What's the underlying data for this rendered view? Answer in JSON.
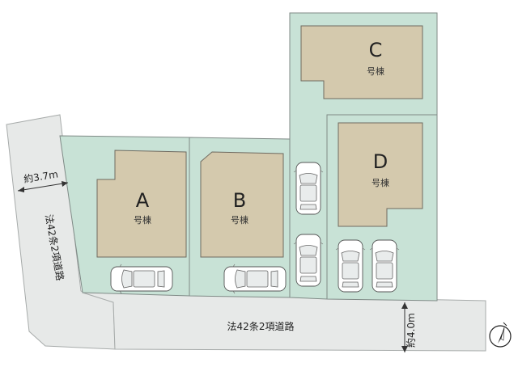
{
  "lots": {
    "A": {
      "letter": "A",
      "label": "号棟"
    },
    "B": {
      "letter": "B",
      "label": "号棟"
    },
    "C": {
      "letter": "C",
      "label": "号棟"
    },
    "D": {
      "letter": "D",
      "label": "号棟"
    }
  },
  "roads": {
    "main_label": "法42条2項道路",
    "side_label": "法42条2項道路",
    "main_width": "約4.0m",
    "side_width": "約3.7m"
  },
  "icons": {
    "compass": "north-arrow-icon",
    "car": "car-icon"
  },
  "colors": {
    "lot": "#c8e2d6",
    "building": "#d4c9ad",
    "road": "#e7e9e8"
  }
}
